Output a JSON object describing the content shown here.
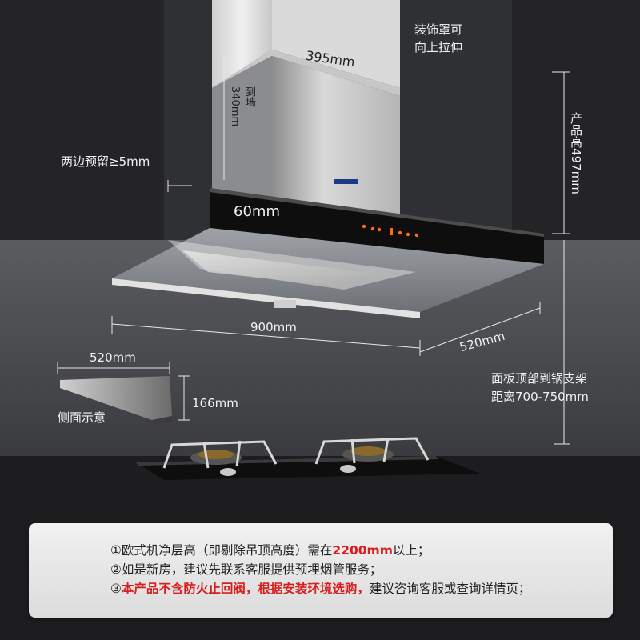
{
  "labels": {
    "cover_note_1": "装饰罩可",
    "cover_note_2": "向上拉伸",
    "top_width": "395mm",
    "to_wall_1": "到墙",
    "to_wall_2": "340mm",
    "side_margin": "两边预留≥5mm",
    "panel_height": "60mm",
    "product_height": "产品高497mm",
    "width": "900mm",
    "depth": "520mm",
    "side_depth": "520mm",
    "side_height": "166mm",
    "side_view": "侧面示意",
    "distance_1": "面板顶部到锅支架",
    "distance_2": "距离700-750mm"
  },
  "notes": {
    "n1_prefix": "①欧式机净层高（即剔除吊顶高度）需在",
    "n1_highlight": "2200mm",
    "n1_suffix": "以上；",
    "n2": "②如是新房，建议先联系客服提供预埋烟管服务；",
    "n3_prefix": "③",
    "n3_highlight": "本产品不含防火止回阀，根据安装环境选购，",
    "n3_suffix": "建议咨询客服或查询详情页；"
  },
  "colors": {
    "background": "#2b2b2d",
    "highlight": "#d81e1e",
    "panel": "#101010"
  }
}
